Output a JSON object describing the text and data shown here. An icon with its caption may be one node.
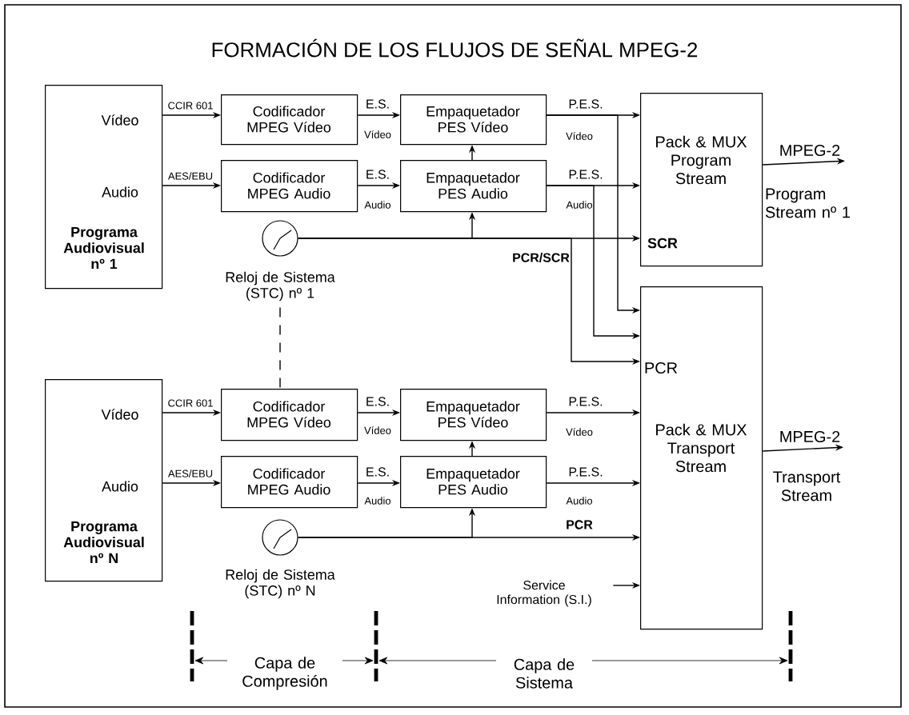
{
  "diagram": {
    "title": "FORMACIÓN DE LOS FLUJOS DE SEÑAL MPEG-2",
    "nodes": [
      {
        "text": [
          "Vídeo",
          "Audio",
          "Programa Audiovisual nº 1"
        ]
      },
      {
        "text": [
          "Codificador MPEG Vídeo"
        ]
      },
      {
        "text": [
          "Codificador MPEG Audio"
        ]
      },
      {
        "text": [
          "Empaquetador PES Vídeo"
        ]
      },
      {
        "text": [
          "Empaquetador PES Audio"
        ]
      },
      {
        "text": [],
        "shape": "picture",
        "beside": [
          "Reloj de Sistema (STC) nº 1"
        ]
      },
      {
        "text": [
          "Pack & MUX Program Stream",
          "SCR"
        ]
      },
      {
        "text": [
          "PCR",
          "Pack & MUX Transport Stream"
        ]
      },
      {
        "text": [
          "Vídeo",
          "Audio",
          "Programa Audiovisual nº N"
        ]
      },
      {
        "text": [
          "Codificador MPEG Vídeo"
        ]
      },
      {
        "text": [
          "Codificador MPEG Audio"
        ]
      },
      {
        "text": [
          "Empaquetador PES Vídeo"
        ]
      },
      {
        "text": [
          "Empaquetador PES Audio"
        ]
      },
      {
        "text": [],
        "shape": "picture",
        "beside": [
          "Reloj de Sistema (STC) nº N"
        ]
      },
      {
        "text": [
          "Service Information (S.I.)"
        ]
      },
      {
        "text": [
          "Program Stream nº 1"
        ]
      },
      {
        "text": [
          "Transport Stream"
        ]
      }
    ],
    "edges": [
      {
        "from": 0,
        "to": 1,
        "arrow": "to",
        "label": "CCIR 601"
      },
      {
        "from": 0,
        "to": 2,
        "arrow": "to",
        "label": "AES/EBU"
      },
      {
        "from": 1,
        "to": 3,
        "arrow": "to",
        "label": "E.S."
      },
      {
        "from": 2,
        "to": 4,
        "arrow": "to",
        "label": "E.S."
      },
      {
        "from": 3,
        "to": 6,
        "arrow": "to",
        "label": "P.E.S."
      },
      {
        "from": 4,
        "to": 6,
        "arrow": "to",
        "label": "P.E.S."
      },
      {
        "from": 5,
        "to": 6,
        "arrow": "to",
        "label": "PCR/SCR"
      },
      {
        "from": 4,
        "to": 3,
        "arrow": "to"
      },
      {
        "from": 5,
        "to": 4,
        "arrow": "to"
      },
      {
        "from": 3,
        "to": 7,
        "arrow": "to"
      },
      {
        "from": 4,
        "to": 7,
        "arrow": "to"
      },
      {
        "from": 5,
        "to": 7,
        "arrow": "to"
      },
      {
        "from": 5,
        "to": 9,
        "arrow": "none",
        "style": "dashed"
      },
      {
        "from": 8,
        "to": 9,
        "arrow": "to",
        "label": "CCIR 601"
      },
      {
        "from": 8,
        "to": 10,
        "arrow": "to",
        "label": "AES/EBU"
      },
      {
        "from": 9,
        "to": 11,
        "arrow": "to",
        "label": "E.S."
      },
      {
        "from": 10,
        "to": 12,
        "arrow": "to",
        "label": "E.S."
      },
      {
        "from": 11,
        "to": 7,
        "arrow": "to",
        "label": "P.E.S."
      },
      {
        "from": 12,
        "to": 7,
        "arrow": "to",
        "label": "P.E.S."
      },
      {
        "from": 13,
        "to": 7,
        "arrow": "to",
        "label": "PCR"
      },
      {
        "from": 12,
        "to": 11,
        "arrow": "to"
      },
      {
        "from": 13,
        "to": 12,
        "arrow": "to"
      },
      {
        "from": 14,
        "to": 7,
        "arrow": "to"
      },
      {
        "from": 6,
        "to": 15,
        "arrow": "to",
        "label": "MPEG-2"
      },
      {
        "from": 7,
        "to": 16,
        "arrow": "to",
        "label": "MPEG-2"
      }
    ],
    "labels": [
      "Vídeo",
      "Vídeo",
      "Audio",
      "Audio",
      "Vídeo",
      "Vídeo",
      "Audio",
      "Audio",
      "Capa de Compresión",
      "Capa de Sistema"
    ]
  }
}
